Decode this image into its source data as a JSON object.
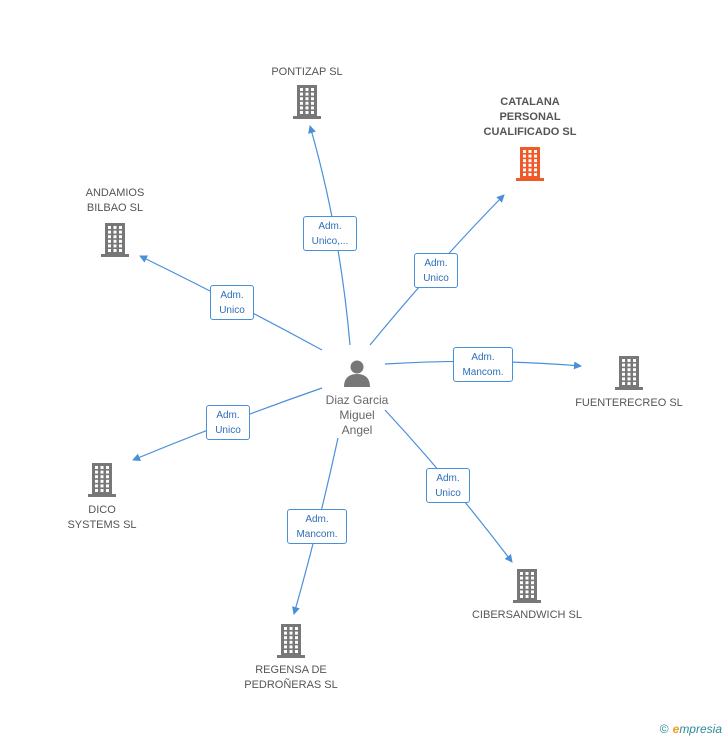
{
  "center": {
    "name": "Diaz Garcia\nMiguel\nAngel",
    "icon": "person-icon"
  },
  "companies": [
    {
      "key": "pontizap",
      "name": "PONTIZAP SL",
      "highlight": false
    },
    {
      "key": "catalana",
      "name": "CATALANA\nPERSONAL\nCUALIFICADO SL",
      "highlight": true
    },
    {
      "key": "andamios",
      "name": "ANDAMIOS\nBILBAO SL",
      "highlight": false
    },
    {
      "key": "fuenterecreo",
      "name": "FUENTERECREO SL",
      "highlight": false
    },
    {
      "key": "dico",
      "name": "DICO\nSYSTEMS SL",
      "highlight": false
    },
    {
      "key": "cibersandwich",
      "name": "CIBERSANDWICH SL",
      "highlight": false
    },
    {
      "key": "regensa",
      "name": "REGENSA DE\nPEDROÑERAS SL",
      "highlight": false
    }
  ],
  "relations": [
    {
      "to": "pontizap",
      "label": "Adm.\nUnico,..."
    },
    {
      "to": "catalana",
      "label": "Adm.\nUnico"
    },
    {
      "to": "andamios",
      "label": "Adm.\nUnico"
    },
    {
      "to": "fuenterecreo",
      "label": "Adm.\nMancom."
    },
    {
      "to": "dico",
      "label": "Adm.\nUnico"
    },
    {
      "to": "cibersandwich",
      "label": "Adm.\nUnico"
    },
    {
      "to": "regensa",
      "label": "Adm.\nMancom."
    }
  ],
  "colors": {
    "edge": "#4a90d9",
    "building": "#777777",
    "building_highlight": "#f05a28"
  },
  "footer": {
    "copyright": "©",
    "brand_first": "e",
    "brand_rest": "mpresia"
  }
}
